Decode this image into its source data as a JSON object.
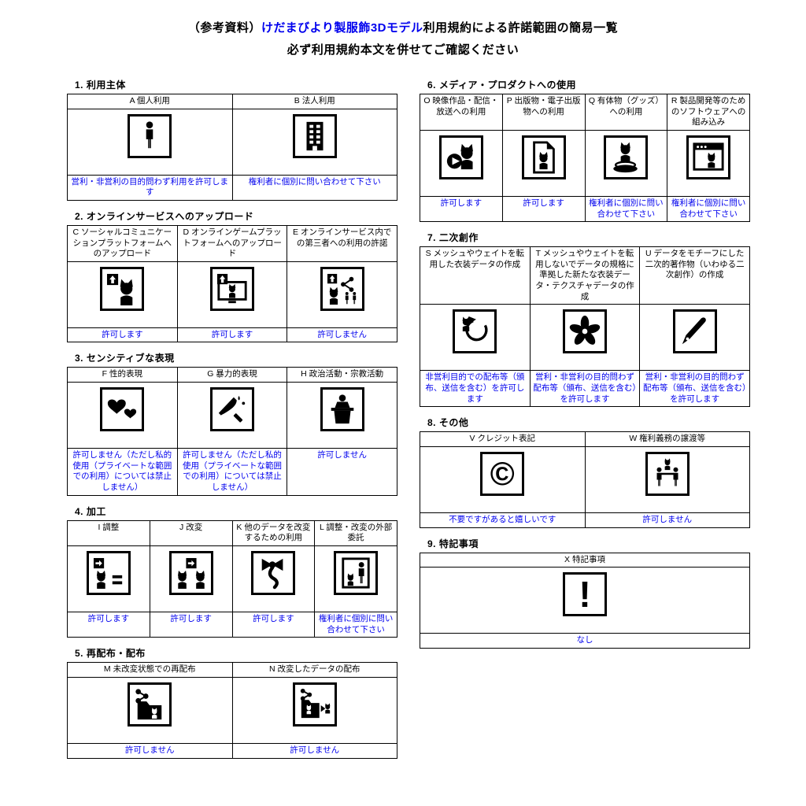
{
  "page": {
    "title_prefix": "（参考資料）",
    "title_highlight": "けだまびより製服飾3Dモデル",
    "title_suffix": "利用規約による許諾範囲の簡易一覧",
    "subtitle": "必ず利用規約本文を併せてご確認ください",
    "accent_color": "#0000EE",
    "border_color": "#000000"
  },
  "glyphs": {
    "copyright": "©",
    "exclamation": "!"
  },
  "sections": [
    {
      "heading": "1. 利用主体",
      "items": [
        {
          "label": "A 個人利用",
          "icon": "person-icon",
          "result": "営利・非営利の目的問わず利用を許可します"
        },
        {
          "label": "B 法人利用",
          "icon": "building-icon",
          "result": "権利者に個別に問い合わせて下さい"
        }
      ]
    },
    {
      "heading": "2. オンラインサービスへのアップロード",
      "items": [
        {
          "label": "C ソーシャルコミュニケーションプラットフォームへのアップロード",
          "icon": "upload-social-icon",
          "result": "許可します"
        },
        {
          "label": "D オンラインゲームプラットフォームへのアップロード",
          "icon": "upload-game-icon",
          "result": "許可します"
        },
        {
          "label": "E オンラインサービス内での第三者への利用の許諾",
          "icon": "upload-thirdparty-icon",
          "result": "許可しません"
        }
      ]
    },
    {
      "heading": "3. センシティブな表現",
      "items": [
        {
          "label": "F 性的表現",
          "icon": "hearts-icon",
          "result": "許可しません（ただし私的使用（プライベートな範囲での利用）については禁止しません）"
        },
        {
          "label": "G 暴力的表現",
          "icon": "knife-icon",
          "result": "許可しません（ただし私的使用（プライベートな範囲での利用）については禁止しません）"
        },
        {
          "label": "H 政治活動・宗教活動",
          "icon": "podium-icon",
          "result": "許可しません"
        }
      ]
    },
    {
      "heading": "4. 加工",
      "items": [
        {
          "label": "I 調整",
          "icon": "adjust-icon",
          "result": "許可します"
        },
        {
          "label": "J 改変",
          "icon": "modify-icon",
          "result": "許可します"
        },
        {
          "label": "K 他のデータを改変するための利用",
          "icon": "bow-icon",
          "result": "許可します"
        },
        {
          "label": "L 調整・改変の外部委託",
          "icon": "outsource-icon",
          "result": "権利者に個別に問い合わせて下さい"
        }
      ]
    },
    {
      "heading": "5. 再配布・配布",
      "items": [
        {
          "label": "M 未改変状態での再配布",
          "icon": "share-folder-icon",
          "result": "許可しません"
        },
        {
          "label": "N 改変したデータの配布",
          "icon": "share-modified-icon",
          "result": "許可しません"
        }
      ]
    },
    {
      "heading": "6. メディア・プロダクトへの使用",
      "items": [
        {
          "label": "O 映像作品・配信・放送への利用",
          "icon": "video-play-icon",
          "result": "許可します"
        },
        {
          "label": "P 出版物・電子出版物への利用",
          "icon": "publication-icon",
          "result": "許可します"
        },
        {
          "label": "Q 有体物（グッズ）への利用",
          "icon": "goods-figure-icon",
          "result": "権利者に個別に問い合わせて下さい"
        },
        {
          "label": "R 製品開発等のためのソフトウェアへの組み込み",
          "icon": "software-window-icon",
          "result": "権利者に個別に問い合わせて下さい"
        }
      ]
    },
    {
      "heading": "7. 二次創作",
      "items": [
        {
          "label": "S メッシュやウェイトを転用した衣装データの作成",
          "icon": "recycle-cat-icon",
          "result": "非営利目的での配布等（頒布、送信を含む）を許可します"
        },
        {
          "label": "T メッシュやウェイトを転用しないでデータの規格に準拠した新たな衣装データ・テクスチャデータの作成",
          "icon": "flower-icon",
          "result": "営利・非営利の目的問わず配布等（頒布、送信を含む）を許可します"
        },
        {
          "label": "U データをモチーフにした二次的著作物（いわゆる二次創作）の作成",
          "icon": "pen-icon",
          "result": "営利・非営利の目的問わず配布等（頒布、送信を含む）を許可します"
        }
      ]
    },
    {
      "heading": "8. その他",
      "items": [
        {
          "label": "V クレジット表記",
          "icon": "copyright-icon",
          "result": "不要ですがあると嬉しいです"
        },
        {
          "label": "W 権利義務の譲渡等",
          "icon": "transfer-rights-icon",
          "result": "許可しません"
        }
      ]
    },
    {
      "heading": "9. 特記事項",
      "items": [
        {
          "label": "X 特記事項",
          "icon": "exclamation-icon",
          "result": "なし"
        }
      ]
    }
  ]
}
